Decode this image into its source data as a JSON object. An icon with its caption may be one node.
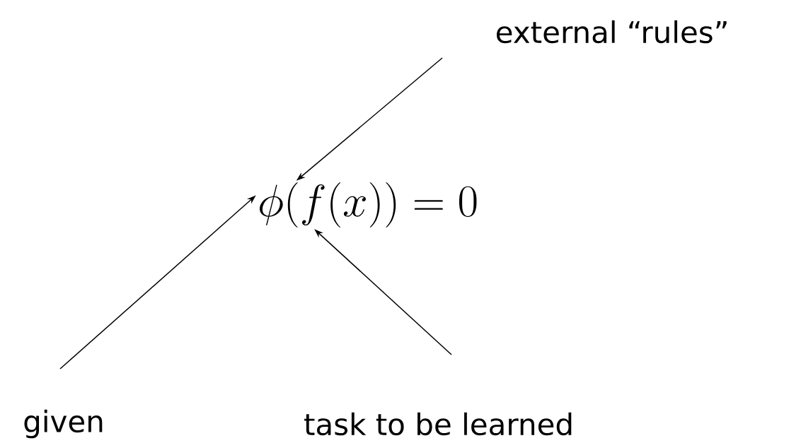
{
  "diagram": {
    "nodes": [
      {
        "text": [
          "external “rules”"
        ]
      },
      {
        "text": [
          "\\phi(f(x)) = 0"
        ]
      },
      {
        "text": [
          "given"
        ]
      },
      {
        "text": [
          "task to be learned"
        ]
      }
    ],
    "edges": [
      {
        "from": 0,
        "to": 1,
        "arrow": "to"
      },
      {
        "from": 2,
        "to": 1,
        "arrow": "to"
      },
      {
        "from": 3,
        "to": 1,
        "arrow": "to"
      }
    ]
  }
}
